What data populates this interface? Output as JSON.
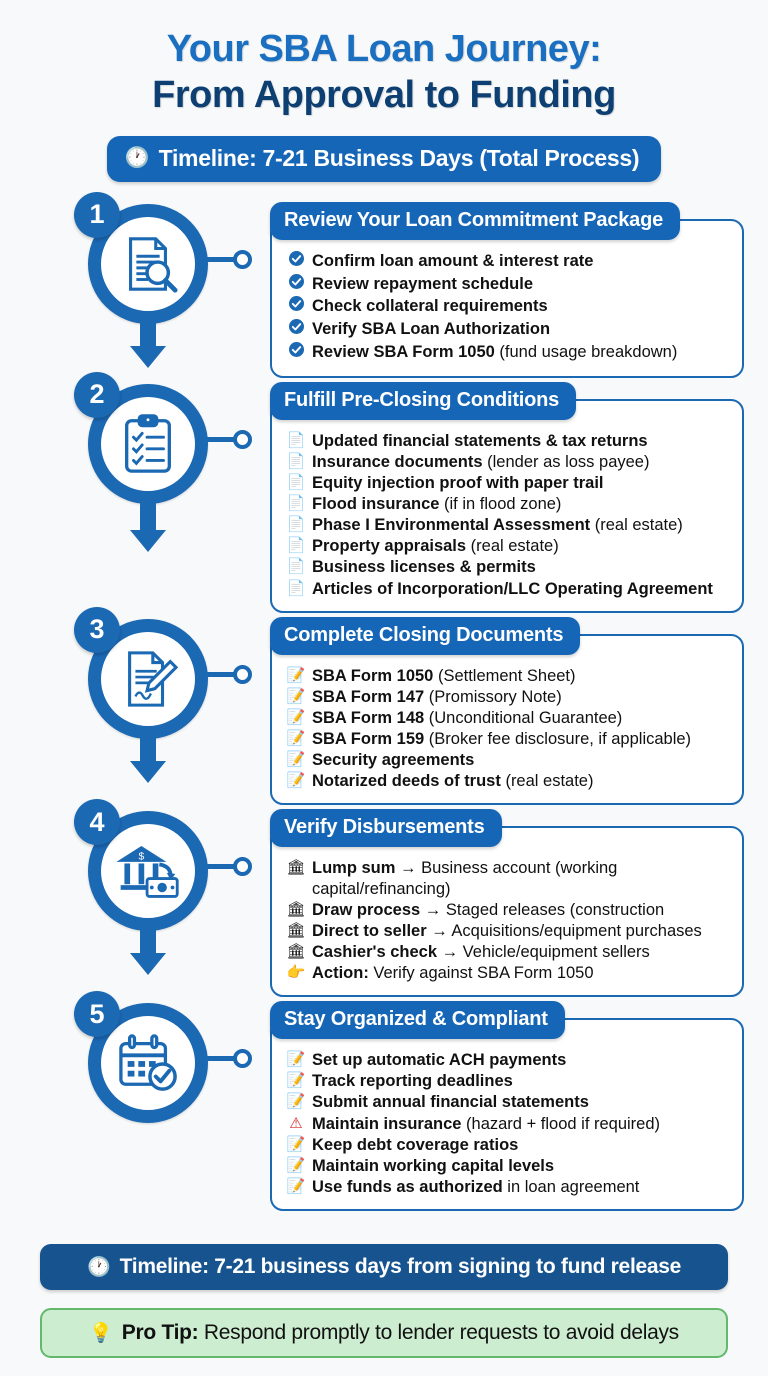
{
  "title": {
    "line1": "Your SBA Loan Journey:",
    "line2": "From Approval to Funding",
    "color_line1": "#1a6fc0",
    "color_line2": "#0d3f73"
  },
  "top_timeline": {
    "icon": "clock-icon",
    "icon_glyph": "🕐",
    "text": "Timeline: 7-21 Business Days (Total Process)",
    "bg_color": "#1666b8"
  },
  "steps": [
    {
      "number": "1",
      "icon_name": "document-magnifier-icon",
      "header": "Review Your Loan Commitment Package",
      "bullet_icon": "blue-check-icon",
      "bullet_glyph": "✔",
      "items": [
        {
          "bold": "Confirm loan amount & interest rate",
          "rest": ""
        },
        {
          "bold": "Review repayment schedule",
          "rest": ""
        },
        {
          "bold": "Check collateral requirements",
          "rest": ""
        },
        {
          "bold": "Verify SBA Loan Authorization",
          "rest": ""
        },
        {
          "bold": "Review SBA Form 1050",
          "rest": " (fund usage breakdown)"
        }
      ]
    },
    {
      "number": "2",
      "icon_name": "clipboard-checklist-icon",
      "header": "Fulfill Pre-Closing Conditions",
      "bullet_icon": "page-document-icon",
      "bullet_glyph": "📄",
      "items": [
        {
          "bold": "Updated financial statements & tax returns",
          "rest": ""
        },
        {
          "bold": "Insurance documents",
          "rest": " (lender as loss payee)"
        },
        {
          "bold": "Equity injection proof with paper trail",
          "rest": ""
        },
        {
          "bold": "Flood insurance",
          "rest": " (if in flood zone)"
        },
        {
          "bold": "Phase I Environmental Assessment",
          "rest": " (real estate)"
        },
        {
          "bold": "Property appraisals",
          "rest": " (real estate)"
        },
        {
          "bold": "Business licenses & permits",
          "rest": ""
        },
        {
          "bold": "Articles of Incorporation/LLC Operating Agreement",
          "rest": ""
        }
      ]
    },
    {
      "number": "3",
      "icon_name": "signed-document-pen-icon",
      "header": "Complete Closing Documents",
      "bullet_icon": "memo-pencil-icon",
      "bullet_glyph": "📝",
      "items": [
        {
          "bold": "SBA Form 1050",
          "rest": " (Settlement Sheet)"
        },
        {
          "bold": "SBA Form 147",
          "rest": " (Promissory Note)"
        },
        {
          "bold": "SBA Form 148",
          "rest": " (Unconditional Guarantee)"
        },
        {
          "bold": "SBA Form 159",
          "rest": " (Broker fee disclosure, if applicable)"
        },
        {
          "bold": "Security agreements",
          "rest": ""
        },
        {
          "bold": "Notarized deeds of trust",
          "rest": " (real estate)"
        }
      ]
    },
    {
      "number": "4",
      "icon_name": "bank-money-transfer-icon",
      "header": "Verify Disbursements",
      "bullet_icon": "bank-icon",
      "bullet_glyph": "🏛",
      "items": [
        {
          "bold": "Lump sum",
          "rest": " → Business account (working capital/refinancing)",
          "icon_glyph": "🏛",
          "icon_name": "bank-icon"
        },
        {
          "bold": "Draw process",
          "rest": " → Staged releases (construction",
          "icon_glyph": "🏛",
          "icon_name": "bank-icon"
        },
        {
          "bold": "Direct to seller",
          "rest": " → Acquisitions/equipment purchases",
          "icon_glyph": "🏛",
          "icon_name": "bank-icon"
        },
        {
          "bold": "Cashier's check",
          "rest": " → Vehicle/equipment sellers",
          "icon_glyph": "🏛",
          "icon_name": "bank-icon"
        },
        {
          "bold": "Action:",
          "rest": " Verify against SBA Form 1050",
          "icon_glyph": "👉",
          "icon_name": "pointing-finger-icon"
        }
      ]
    },
    {
      "number": "5",
      "icon_name": "calendar-check-icon",
      "header": "Stay Organized & Compliant",
      "bullet_icon": "notepad-icon",
      "bullet_glyph": "📝",
      "items": [
        {
          "bold": "Set up automatic ACH payments",
          "rest": "",
          "icon_glyph": "📝",
          "icon_name": "notepad-icon"
        },
        {
          "bold": "Track reporting deadlines",
          "rest": "",
          "icon_glyph": "📝",
          "icon_name": "notepad-icon"
        },
        {
          "bold": "Submit annual financial statements",
          "rest": "",
          "icon_glyph": "📝",
          "icon_name": "notepad-icon"
        },
        {
          "bold": "Maintain insurance",
          "rest": " (hazard + flood if required)",
          "icon_glyph": "⚠",
          "icon_name": "warning-icon"
        },
        {
          "bold": "Keep debt coverage ratios",
          "rest": "",
          "icon_glyph": "📝",
          "icon_name": "notepad-icon"
        },
        {
          "bold": "Maintain working capital levels",
          "rest": "",
          "icon_glyph": "📝",
          "icon_name": "notepad-icon"
        },
        {
          "bold": "Use funds as authorized",
          "rest": " in loan agreement",
          "icon_glyph": "📝",
          "icon_name": "notepad-icon"
        }
      ]
    }
  ],
  "footer": {
    "timeline": {
      "icon": "clock-icon",
      "icon_glyph": "🕐",
      "text": "Timeline: 7-21 business days from signing to fund release",
      "bg_color": "#17548f"
    },
    "protip": {
      "icon": "lightbulb-icon",
      "icon_glyph": "💡",
      "label": "Pro Tip:",
      "text": " Respond promptly to lender requests to avoid delays",
      "bg_color": "#cdedd0",
      "border_color": "#63b86c"
    }
  },
  "theme": {
    "page_bg": "#f7f9fa",
    "accent_blue": "#1b68b3",
    "header_blue": "#1666b8"
  }
}
